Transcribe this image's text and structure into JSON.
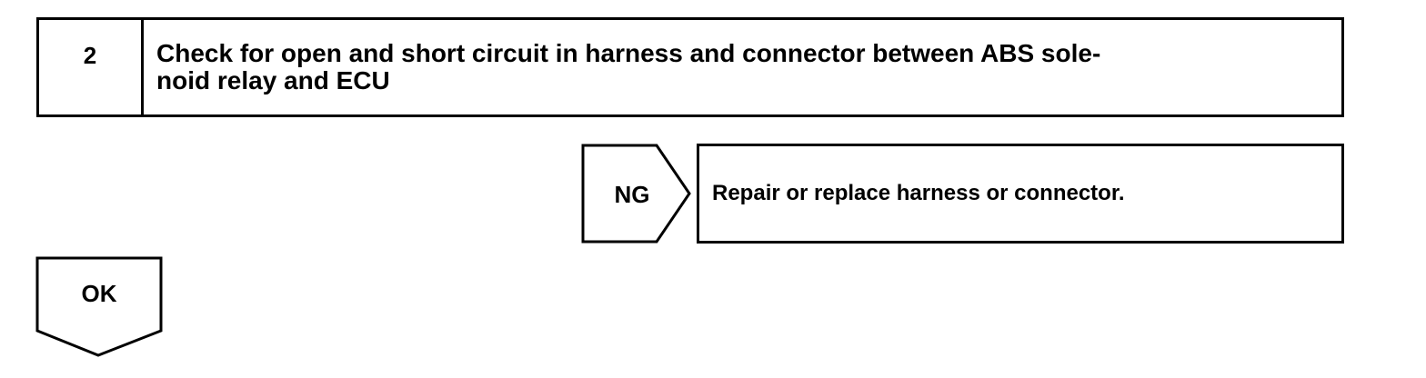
{
  "step": {
    "number": "2",
    "title": "Check for open and short circuit in harness and connector between ABS sole-\nnoid relay and ECU"
  },
  "ng_branch": {
    "label": "NG",
    "action": "Repair or replace harness or connector."
  },
  "ok_branch": {
    "label": "OK"
  }
}
